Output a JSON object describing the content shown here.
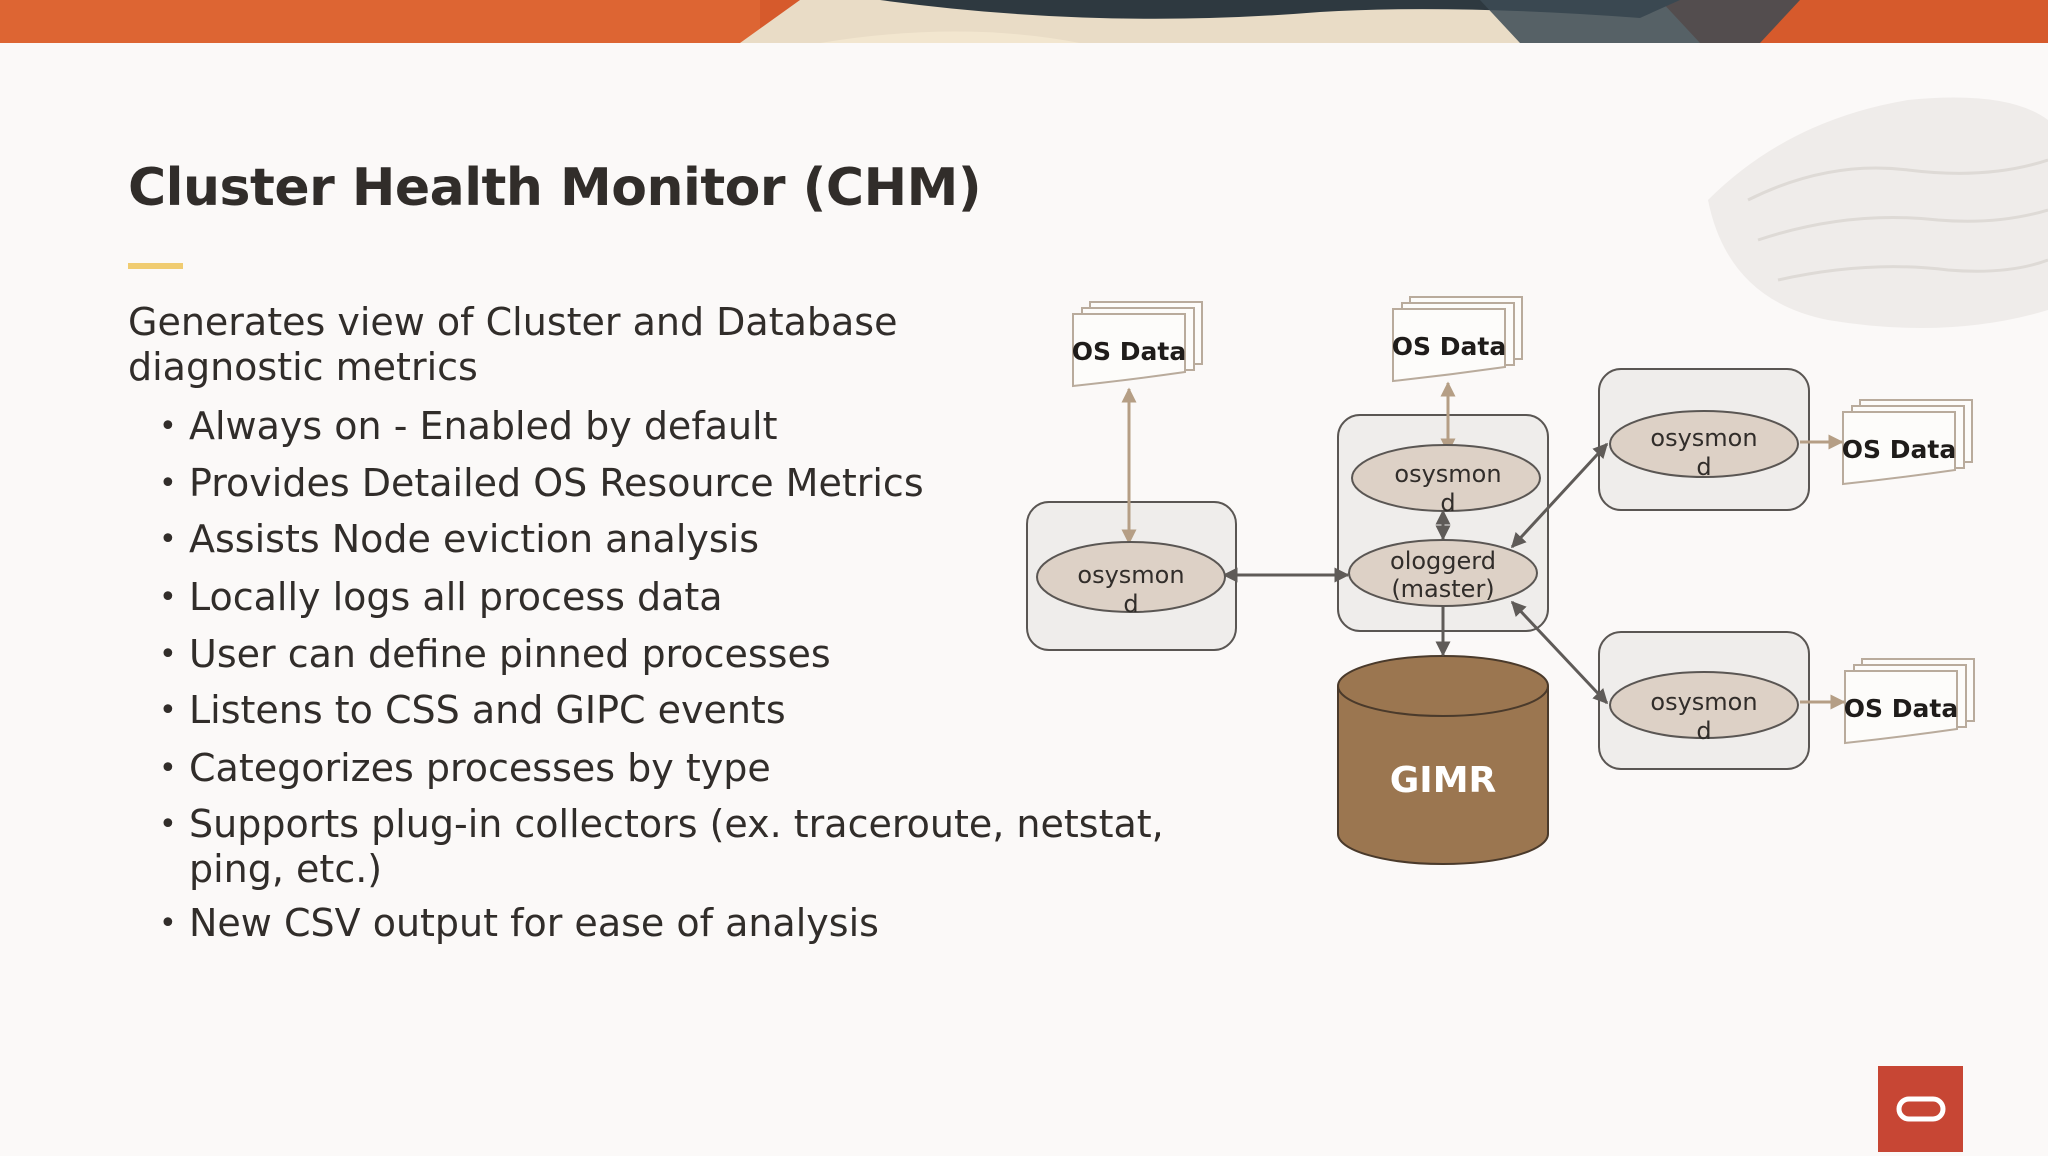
{
  "slide": {
    "title": "Cluster Health Monitor (CHM)",
    "lead": "Generates view of Cluster and Database diagnostic metrics",
    "bullets": [
      "Always on - Enabled by default",
      "Provides Detailed OS Resource Metrics",
      "Assists Node eviction analysis",
      "Locally logs all process data",
      "User can define pinned processes",
      "Listens to CSS and GIPC events",
      "Categorizes processes by type",
      "Supports plug-in collectors (ex. traceroute, netstat,",
      "New CSV output for ease of analysis"
    ],
    "bullet_continuation": "ping, etc.)"
  },
  "diagram": {
    "os_data_label": "OS Data",
    "osysmon_label_line1": "osysmon",
    "osysmon_label_line2": "d",
    "ologgerd_label_line1": "ologgerd",
    "ologgerd_label_line2": "(master)",
    "gimr_label": "GIMR"
  },
  "colors": {
    "title_text": "#312d2a",
    "accent_bar": "#f0cc71",
    "gimr_fill": "#9b7650",
    "ellipse_fill": "#ddd1c6",
    "node_box_fill": "#efedeb",
    "oracle_red": "#c74634"
  },
  "icons": [
    "oracle-logo-icon"
  ]
}
